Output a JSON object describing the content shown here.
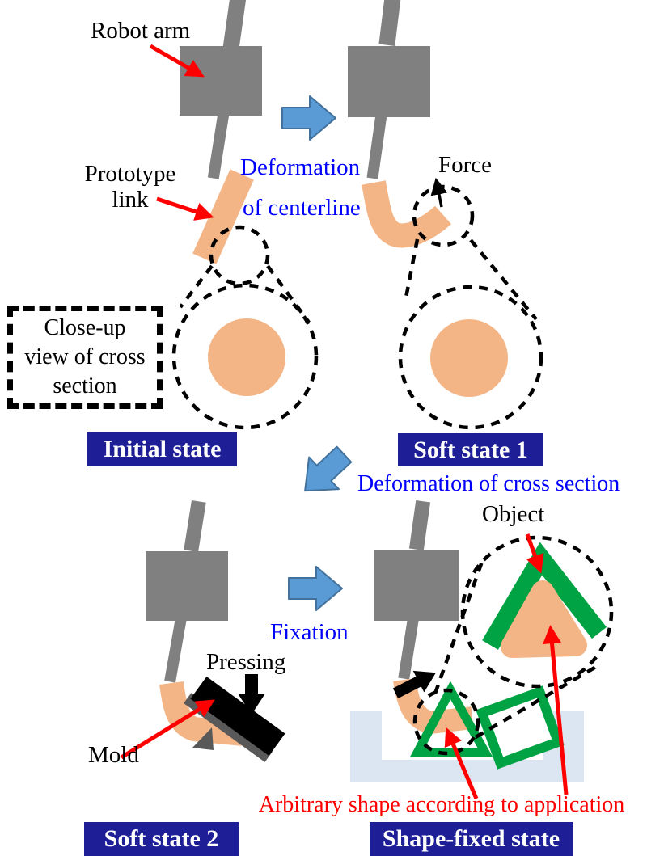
{
  "colors": {
    "gray": "#808080",
    "dark_gray": "#595959",
    "link_orange": "#F3B586",
    "green": "#00A344",
    "navy": "#1E1E96",
    "blue_text": "#0000FF",
    "arrow_blue": "#5B9BD5",
    "arrow_blue_dark": "#41719C",
    "red": "#FF0000",
    "tray_blue": "#DCE6F2",
    "black": "#000000"
  },
  "panel_initial": {
    "badge": "Initial state",
    "robot_arm_label": "Robot arm",
    "prototype_link_label_line1": "Prototype",
    "prototype_link_label_line2": "link",
    "closeup_box_line1": "Close-up",
    "closeup_box_line2": "view of cross",
    "closeup_box_line3": "section"
  },
  "panel_soft1": {
    "badge": "Soft state 1",
    "force_label": "Force"
  },
  "panel_soft2": {
    "badge": "Soft state 2",
    "pressing_label": "Pressing",
    "mold_label": "Mold"
  },
  "panel_shape_fixed": {
    "badge": "Shape-fixed state",
    "object_label": "Object",
    "arbitrary_label": "Arbitrary shape according to application"
  },
  "transitions": {
    "t1_line1": "Deformation",
    "t1_line2": "of centerline",
    "t2": "Deformation of cross section",
    "t3": "Fixation"
  }
}
